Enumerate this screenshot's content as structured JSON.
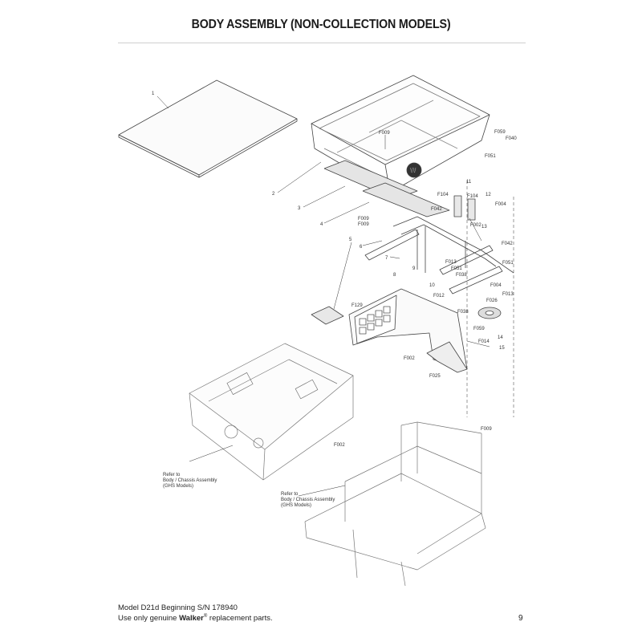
{
  "page": {
    "title": "BODY ASSEMBLY (NON-COLLECTION MODELS)",
    "footer_model": "Model D21d Beginning S/N 178940",
    "footer_prefix": "Use only genuine ",
    "footer_brand": "Walker",
    "footer_reg": "®",
    "footer_suffix": " replacement parts.",
    "page_number": "9"
  },
  "callouts": {
    "c1": "1",
    "c2": "2",
    "c3": "3",
    "c4": "4",
    "c5": "5",
    "c6": "6",
    "c7": "7",
    "c8": "8",
    "c9": "9",
    "c10": "10",
    "c11": "11",
    "c12": "12",
    "c13": "13",
    "c14": "14",
    "c15": "15",
    "f009a": "F009",
    "f009b": "F009",
    "f009c": "F009",
    "f009d": "F009",
    "f059a": "F059",
    "f059b": "F059",
    "f040": "F040",
    "f051a": "F051",
    "f051b": "F051",
    "f051c": "F051",
    "f104a": "F104",
    "f104b": "F104",
    "f004a": "F004",
    "f004b": "F004",
    "f042a": "F042",
    "f042b": "F042",
    "f002a": "F002",
    "f002b": "F002",
    "f002c": "F002",
    "f013a": "F013",
    "f013b": "F013",
    "f038a": "F038",
    "f038b": "F038",
    "f012": "F012",
    "f026": "F026",
    "f014": "F014",
    "f129": "F129",
    "f025": "F025"
  },
  "refer_notes": {
    "left": [
      "Refer to",
      "Body / Chassis Assembly",
      "(GHS Models)"
    ],
    "right": [
      "Refer to",
      "Body / Chassis Assembly",
      "(GHS Models)"
    ]
  },
  "colors": {
    "ink": "#333333",
    "text": "#222222",
    "rule": "#cfcfcf"
  }
}
